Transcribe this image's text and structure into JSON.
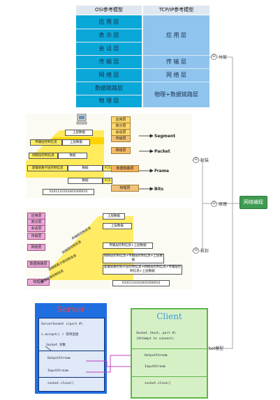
{
  "osi": {
    "left_header": "OSI参考模型",
    "right_header": "TCP/IP参考模型",
    "osi_layers": [
      "应 用 层",
      "表 示 层",
      "会 话 层",
      "传 输 层",
      "网 络 层",
      "数据链路层",
      "物 理 层"
    ],
    "tcp_layers": [
      "应 用 层",
      "传 输 层",
      "网 络 层",
      "物理+数据链路层"
    ]
  },
  "mindmap": {
    "root": "网络编程",
    "branches": [
      {
        "toggle": "⊖",
        "label": "分层"
      },
      {
        "toggle": "⊖",
        "label": "原理"
      },
      {
        "toggle": "⊖",
        "label": "Socket模型"
      }
    ],
    "sub_branches": [
      {
        "toggle": "⊖",
        "label": "封装"
      },
      {
        "toggle": "⊖",
        "label": "拆封"
      }
    ],
    "side_markers": [
      "⊖",
      "⊖"
    ]
  },
  "encapsulation": {
    "stack": [
      "应用层",
      "表示层",
      "会话层",
      "传输层",
      "网络层",
      "数据链路层",
      "物理层"
    ],
    "labels": [
      "Segment",
      "Packet",
      "Frame",
      "Bits"
    ],
    "rows": [
      "上层数据",
      "传输层控制信息",
      "上层数据",
      "网络层控制信息",
      "数据",
      "逻辑链路子层控制信息",
      "数据",
      "FCS",
      "FCS",
      "数据",
      "0101110101001000010"
    ]
  },
  "decapsulation": {
    "stack": [
      "应用层",
      "表示层",
      "会话层",
      "传输层",
      "网络层",
      "数据链路层",
      "物理层"
    ],
    "diagonal_labels": [
      "传输层控制信息",
      "网络层控制信息",
      "逻辑链路子层控制信息",
      "物理链路控制信息"
    ],
    "rows": [
      "上层数据",
      "上层数据",
      "传输层控制信息+上层数据",
      "网络层控制信息+传输层控制信息+上层数据",
      "逻辑链路控制子层控制信息+网络层控制信息+传输层控制信息+上层数据",
      "0101110101001000010"
    ]
  },
  "socket": {
    "server_title": "Server",
    "client_title": "Client",
    "server_lines": [
      "ServerSocket s(port #)",
      "s.accept() / 等待连接",
      "Socket 对象",
      "OutputStream",
      "InputStream",
      "socket.close()"
    ],
    "client_lines": [
      "Socket (host, port #)",
      "(Attempt to connect)",
      "OutputStream",
      "InputStream",
      "socket.close()"
    ]
  },
  "colors": {
    "osi_blue": "#0aa8d8",
    "tcp_blue": "#8ec4ee",
    "root_green": "#3f9b52",
    "server_blue": "#1f6fe0",
    "client_green": "#d6f0c6"
  }
}
